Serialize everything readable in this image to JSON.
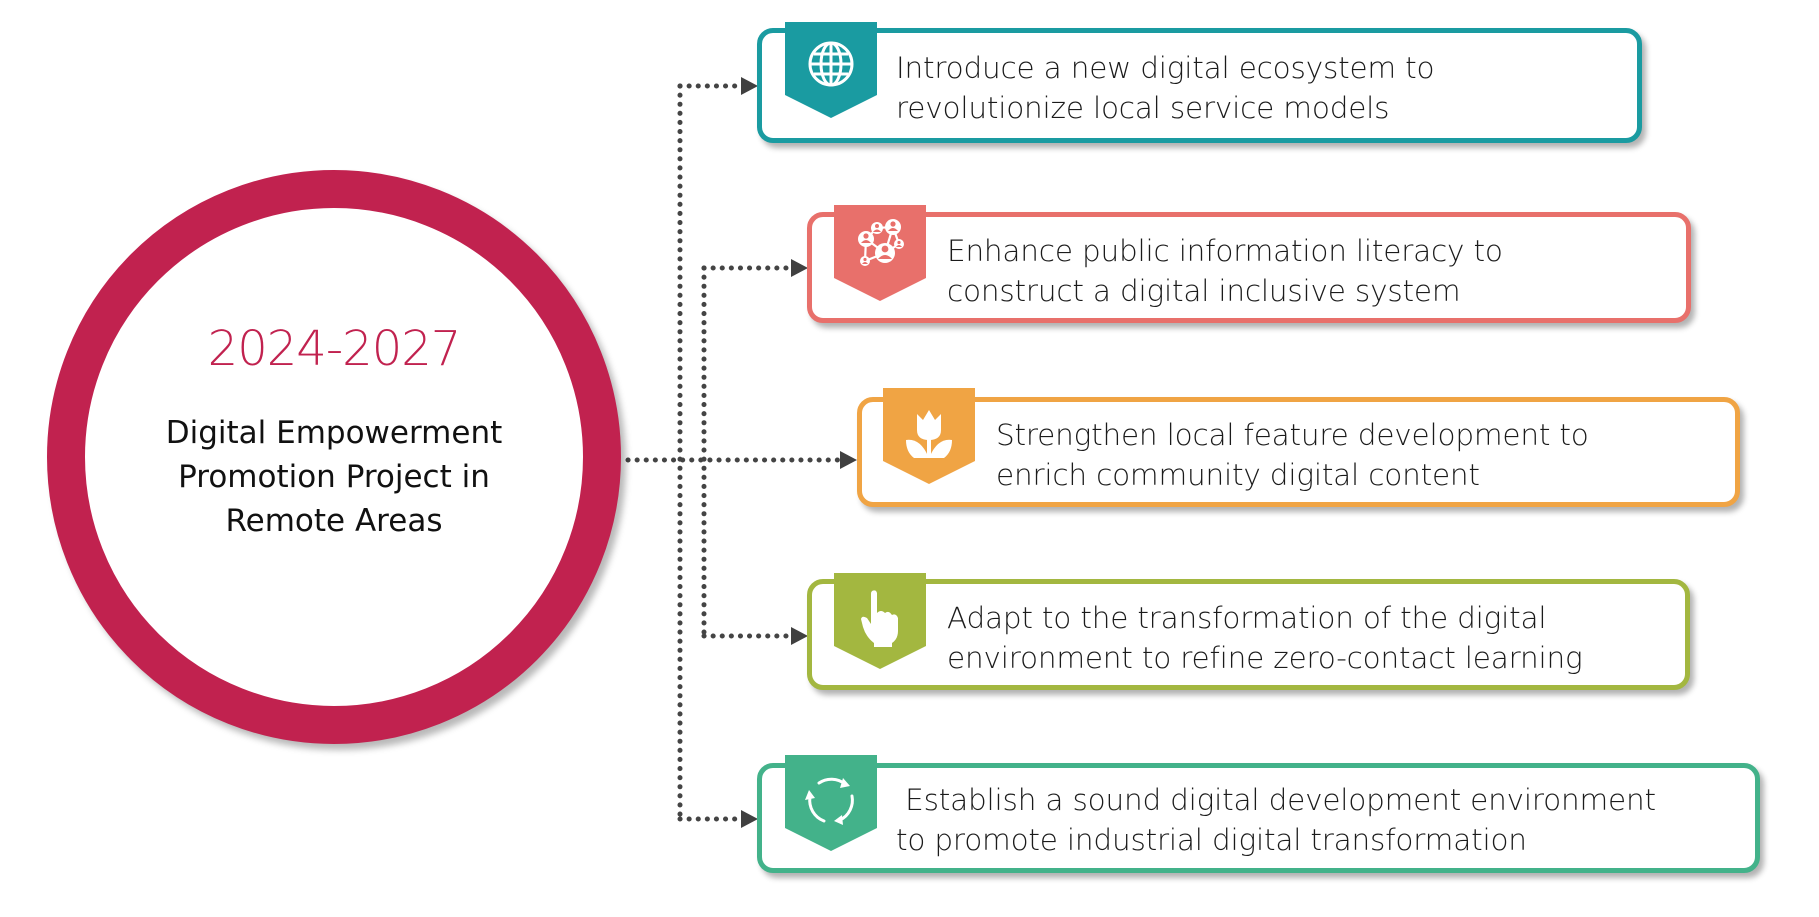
{
  "hub": {
    "year_range": "2024-2027",
    "title_lines": [
      "Digital Empowerment",
      "Promotion Project in",
      "Remote Areas"
    ],
    "color": "#C1224F"
  },
  "connectors": {
    "style": "dotted",
    "color": "#444444",
    "arrowheads": "triangle"
  },
  "cards": [
    {
      "icon": "globe-icon",
      "color": "#1A9BA1",
      "lines": [
        "Introduce a new digital ecosystem to",
        "revolutionize local service models"
      ]
    },
    {
      "icon": "network-people-icon",
      "color": "#E8706B",
      "lines": [
        "Enhance public information literacy to",
        "construct a digital inclusive system"
      ]
    },
    {
      "icon": "tulip-icon",
      "color": "#F0A444",
      "lines": [
        "Strengthen local feature development to",
        "enrich community digital content"
      ]
    },
    {
      "icon": "pointing-hand-icon",
      "color": "#A3B740",
      "lines": [
        "Adapt to the transformation of the digital",
        "environment to refine zero-contact learning"
      ]
    },
    {
      "icon": "refresh-cycle-icon",
      "color": "#43B28A",
      "lines": [
        " Establish a sound digital development environment",
        "to promote industrial digital transformation"
      ]
    }
  ]
}
